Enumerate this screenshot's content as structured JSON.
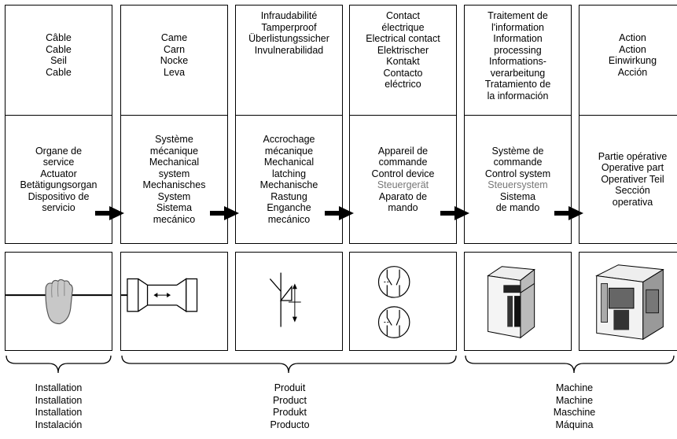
{
  "columns": [
    {
      "top": [
        "Câble",
        "Cable",
        "Seil",
        "Cable"
      ],
      "bottom": [
        "Organe de",
        "service",
        "Actuator",
        "Betätigungsorgan",
        "Dispositivo de",
        "servicio"
      ]
    },
    {
      "top": [
        "Came",
        "Carn",
        "Nocke",
        "Leva"
      ],
      "bottom": [
        "Système",
        "mécanique",
        "Mechanical",
        "system",
        "Mechanisches",
        "System",
        "Sistema",
        "mecánico"
      ]
    },
    {
      "top": [
        "Infraudabilité",
        "Tamperproof",
        "Überlistungssicher",
        "Invulnerabilidad"
      ],
      "bottom": [
        "Accrochage",
        "mécanique",
        "Mechanical",
        "latching",
        "Mechanische",
        "Rastung",
        "Enganche",
        "mecánico"
      ]
    },
    {
      "top": [
        "Contact",
        "électrique",
        "Electrical contact",
        "Elektrischer",
        "Kontakt",
        "Contacto",
        "eléctrico"
      ],
      "bottom": [
        "Appareil de",
        "commande",
        "Control device",
        "Steuergerät",
        "Aparato de",
        "mando"
      ]
    },
    {
      "top": [
        "Traitement de",
        "l'information",
        "Information",
        "processing",
        "Informations-",
        "verarbeitung",
        "Tratamiento de",
        "la información"
      ],
      "bottom": [
        "Système de",
        "commande",
        "Control system",
        "Steuersystem",
        "Sistema",
        "de mando"
      ]
    },
    {
      "top": [
        "Action",
        "Action",
        "Einwirkung",
        "Acción"
      ],
      "bottom": [
        "Partie opérative",
        "Operative part",
        "Operativer Teil",
        "Sección",
        "operativa"
      ]
    }
  ],
  "grey_terms": [
    "Steuergerät",
    "Steuersystem"
  ],
  "icons": [
    "hand-pulling-cable-icon",
    "cam-mechanism-icon",
    "latching-symbol-icon",
    "contact-symbols-icon",
    "control-relay-module-icon",
    "machine-tool-icon"
  ],
  "groups": [
    {
      "lines": [
        "Installation",
        "Installation",
        "Installation",
        "Instalación"
      ]
    },
    {
      "lines": [
        "Produit",
        "Product",
        "Produkt",
        "Producto"
      ]
    },
    {
      "lines": [
        "Machine",
        "Machine",
        "Maschine",
        "Máquina"
      ]
    }
  ]
}
